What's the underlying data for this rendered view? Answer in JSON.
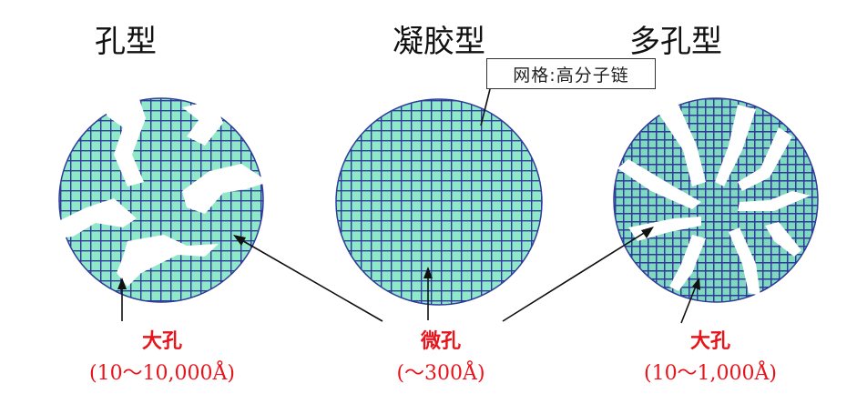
{
  "titles": {
    "macroporous": "孔型",
    "gel": "凝胶型",
    "porous": "多孔型"
  },
  "callout": "网格:高分子链",
  "labels": {
    "left_name": "大孔",
    "left_size": "(10～10,000Å)",
    "center_name": "微孔",
    "center_size": "(～300Å)",
    "right_name": "大孔",
    "right_size": "(10～1,000Å)"
  },
  "colors": {
    "fill": "#8fe8c8",
    "grid": "#2f3a9a",
    "label": "#e8141c"
  }
}
